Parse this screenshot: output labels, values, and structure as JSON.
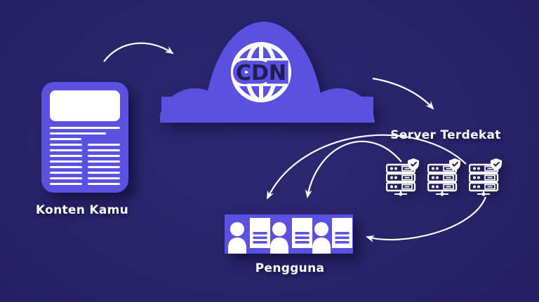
{
  "diagram": {
    "labels": {
      "content": "Konten Kamu",
      "cdn": "CDN",
      "servers": "Server Terdekat",
      "users": "Pengguna"
    },
    "counts": {
      "servers": 3,
      "user_document_pairs": 3,
      "arrows": 5
    },
    "colors": {
      "bg-center": "#2e2873",
      "bg-edge": "#1b164e",
      "accent": "#5b51e0",
      "white": "#ffffff",
      "cdn-text": "#211b56"
    },
    "icons": {
      "cloud": "cloud-shape",
      "globe": "globe-icon",
      "document_card": "document-icon",
      "server": "server-rack-icon",
      "shield": "shield-check-icon",
      "person": "person-icon",
      "file": "file-icon",
      "arrow": "curved-arrow-icon"
    }
  }
}
